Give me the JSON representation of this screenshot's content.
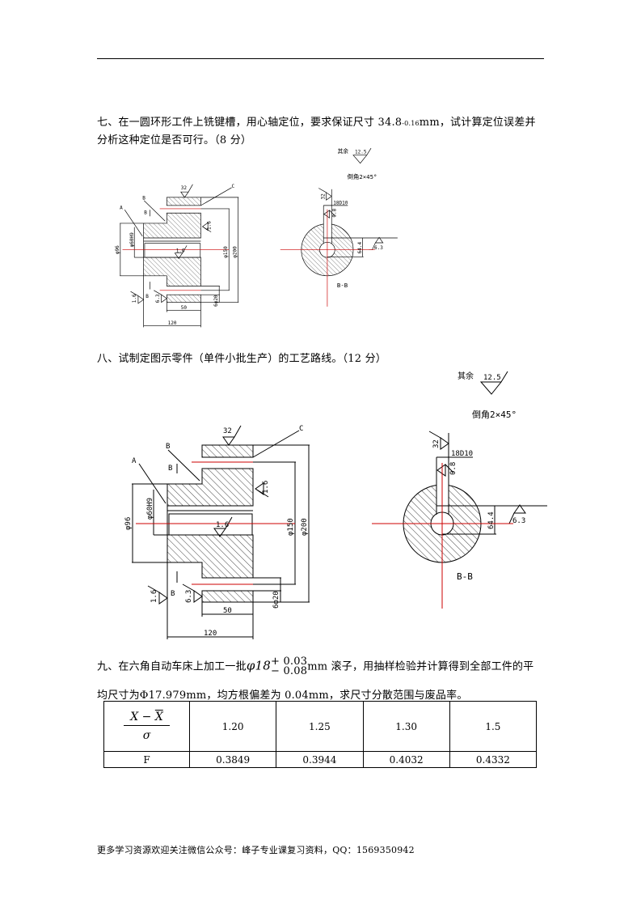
{
  "q7": {
    "line1_pre": "七、在一圆环形工件上铣键槽，用心轴定位，要求保证尺寸 34.8",
    "line1_sub": "-0.16",
    "line1_post": "mm，试计算定位误差并",
    "line2": "分析这种定位是否可行。（8 分）"
  },
  "q8": {
    "text": "八、试制定图示零件（单件小批生产）的工艺路线。（12 分）"
  },
  "drawing": {
    "label_a": "A",
    "label_b": "B",
    "label_c": "C",
    "section_mark": "B",
    "dim_120": "120",
    "dim_50": "50",
    "dim_96": "φ96",
    "dim_60": "φ60H9",
    "dim_150": "φ150",
    "dim_200": "φ200",
    "dim_6x20": "6φ20",
    "ra_top": "32",
    "ra_face": "1.6",
    "ra_bore": "1.6",
    "ra_left": "1.6",
    "ra_hole": "6.3",
    "rest_label": "其余",
    "rest_ra": "12.5",
    "chamfer": "倒角2×45°",
    "key_width": "18D10",
    "ra_key_side": "32",
    "ra_key_bottom": "0.8",
    "dim_64": "64.4",
    "ra_64": "6.3",
    "section_title": "B-B"
  },
  "q9": {
    "line1_pre": "九、在六角自动车床上加工一批",
    "phi": "φ18",
    "tol_upper": "+ 0.03",
    "tol_lower": "− 0.08",
    "line1_post": "mm 滚子，用抽样检验并计算得到全部工件的平",
    "line2": "均尺寸为Φ17.979mm，均方根偏差为 0.04mm，求尺寸分散范围与废品率。"
  },
  "table": {
    "header_num": "X − X",
    "header_den": "σ",
    "z_values": [
      "1.20",
      "1.25",
      "1.30",
      "1.5"
    ],
    "f_label": "F",
    "f_values": [
      "0.3849",
      "0.3944",
      "0.4032",
      "0.4332"
    ]
  },
  "footer": "更多学习资源欢迎关注微信公众号：峰子专业课复习资料，QQ：1569350942"
}
